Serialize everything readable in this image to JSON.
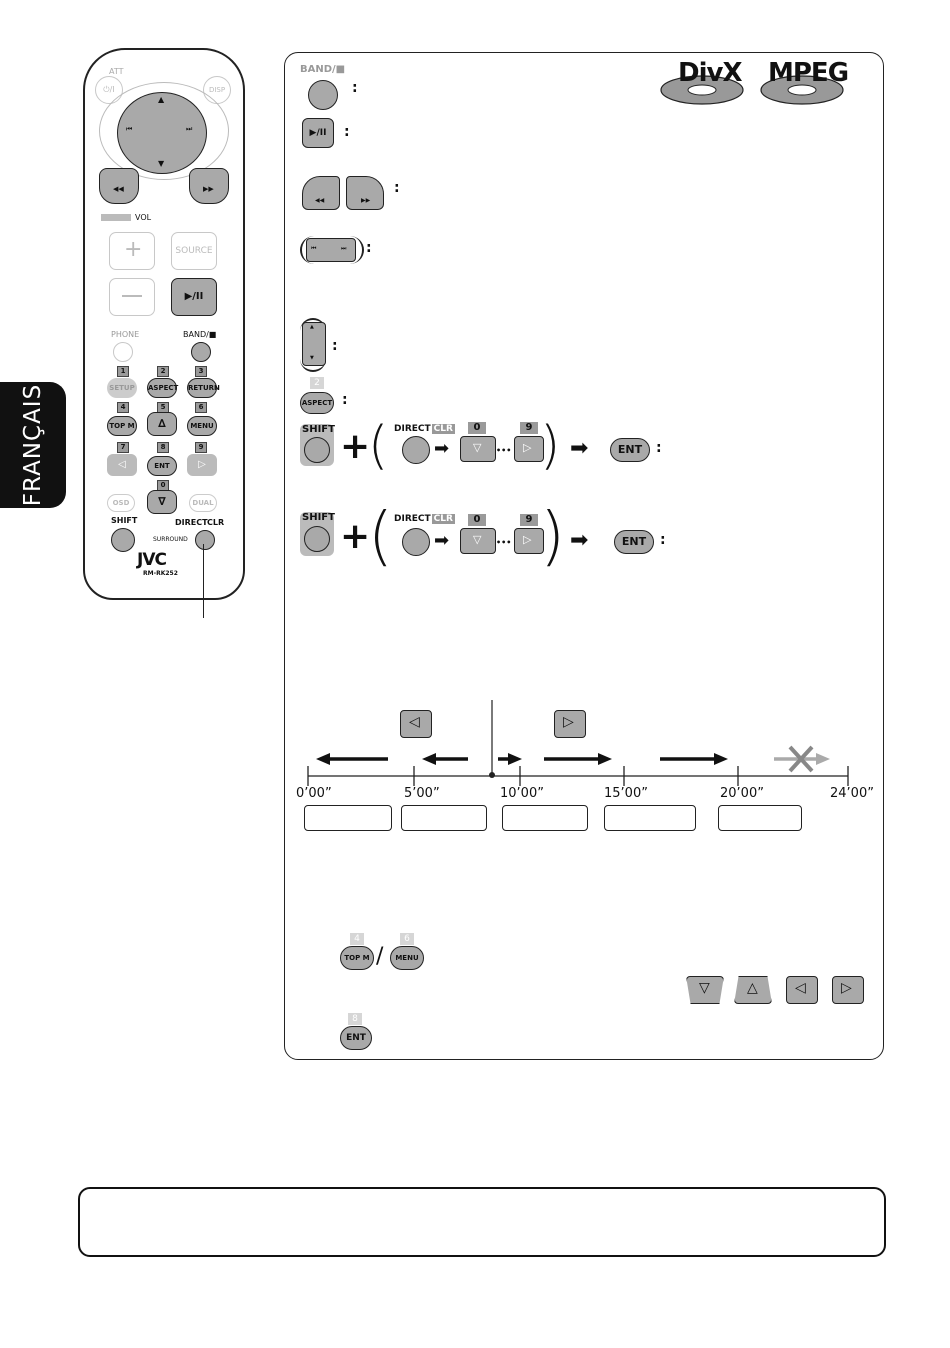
{
  "language_tab": "FRANÇAIS",
  "remote": {
    "att": "ATT",
    "power": "⏻/I",
    "disp": "DISP",
    "vol": "VOL",
    "source": "SOURCE",
    "phone": "PHONE",
    "band": "BAND/■",
    "keypad": [
      {
        "num": "1",
        "label": "SETUP"
      },
      {
        "num": "2",
        "label": "ASPECT"
      },
      {
        "num": "3",
        "label": "RETURN"
      },
      {
        "num": "4",
        "label": "TOP M"
      },
      {
        "num": "5",
        "label": "∆"
      },
      {
        "num": "6",
        "label": "MENU"
      },
      {
        "num": "7",
        "label": "◁"
      },
      {
        "num": "8",
        "label": "ENT"
      },
      {
        "num": "9",
        "label": "▷"
      },
      {
        "num": "0",
        "label": "∇"
      }
    ],
    "osd": "OSD",
    "dual": "DUAL",
    "shift": "SHIFT",
    "direct": "DIRECT",
    "clr": "CLR",
    "surround": "SURROUND",
    "brand": "JVC",
    "model": "RM-RK252"
  },
  "main": {
    "band_label": "BAND/■",
    "formats": [
      "DivX",
      "MPEG"
    ],
    "aspect_num": "2",
    "aspect": "ASPECT",
    "shift": "SHIFT",
    "direct": "DIRECT",
    "clr": "CLR",
    "num_0": "0",
    "num_9": "9",
    "ent": "ENT",
    "dots": "•••",
    "timeline_ticks": [
      "0’00”",
      "5’00”",
      "10’00”",
      "15’00”",
      "20’00”",
      "24’00”"
    ],
    "topm_num": "4",
    "topm": "TOP M",
    "menu_num": "6",
    "menu": "MENU",
    "ent_num": "8",
    "slash": "/"
  },
  "colors": {
    "button_gray": "#a9a9a9",
    "ink": "#111111",
    "light_gray": "#d6d6d6"
  }
}
